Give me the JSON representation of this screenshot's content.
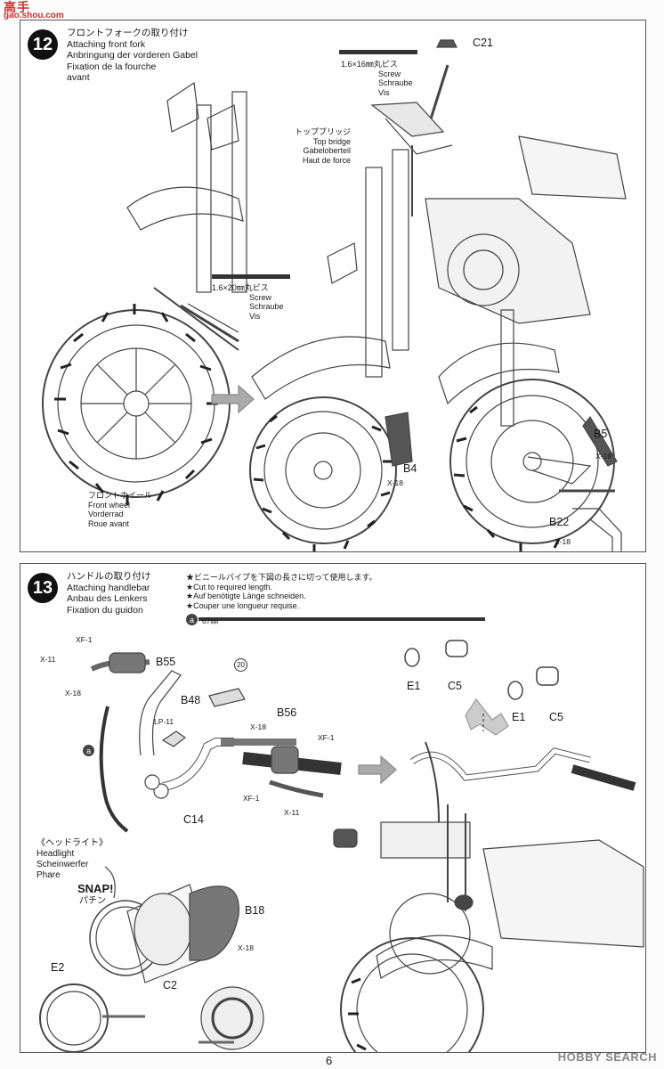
{
  "site_logo": {
    "line1": "高手",
    "line2": "gao.shou.com"
  },
  "step12": {
    "number": "12",
    "title": [
      "フロントフォークの取り付け",
      "Attaching front fork",
      "Anbringung der vorderen Gabel",
      "Fixation de la fourche",
      "avant"
    ],
    "screw16": [
      "1.6×16㎜丸ビス",
      "Screw",
      "Schraube",
      "Vis"
    ],
    "screw20": [
      "1.6×20㎜丸ビス",
      "Screw",
      "Schraube",
      "Vis"
    ],
    "top_bridge": [
      "トップブリッジ",
      "Top bridge",
      "Gabeloberteil",
      "Haut de force"
    ],
    "front_wheel": [
      "フロントホイール",
      "Front wheel",
      "Vorderrad",
      "Roue avant"
    ],
    "parts": {
      "c21": "C21",
      "b4": "B4",
      "b5": "B5",
      "b22": "B22",
      "x18": "X-18"
    }
  },
  "step13": {
    "number": "13",
    "title": [
      "ハンドルの取り付け",
      "Attaching handlebar",
      "Anbau des Lenkers",
      "Fixation du guidon"
    ],
    "notes": [
      "★ビニールパイプを下図の長さに切って使用します。",
      "★Cut to required length.",
      "★Auf benötigte Länge schneiden.",
      "★Couper une longueur requise."
    ],
    "pipe_marker": "a",
    "pipe_length": "67㎜",
    "headlight": [
      "《ヘッドライト》",
      "Headlight",
      "Scheinwerfer",
      "Phare"
    ],
    "snap": [
      "SNAP!",
      "パチン"
    ],
    "badge": "20",
    "parts": {
      "xf1": "XF-1",
      "x11": "X-11",
      "x18": "X-18",
      "b55": "B55",
      "b48": "B48",
      "lp11": "LP-11",
      "b56": "B56",
      "c14": "C14",
      "e1": "E1",
      "c5": "C5",
      "b18": "B18",
      "e2": "E2",
      "c2": "C2",
      "a": "a"
    }
  },
  "page_number": "6",
  "watermark": "HOBBY SEARCH"
}
